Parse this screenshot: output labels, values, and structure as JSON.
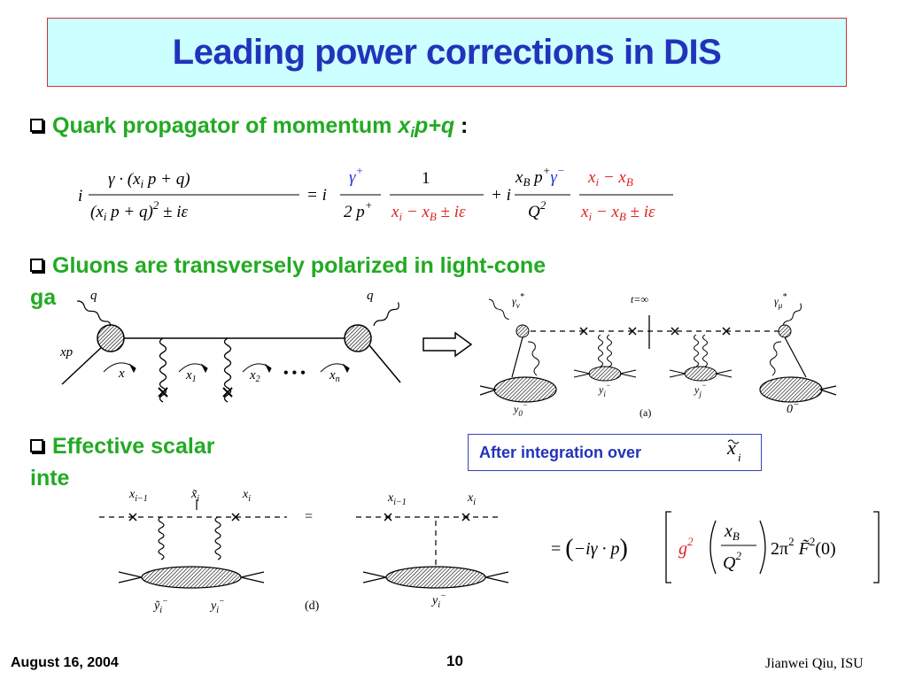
{
  "title": "Leading power corrections in DIS",
  "bullet1": {
    "text": "Quark propagator of momentum ",
    "var_x": "x",
    "var_i": "i",
    "var_rest": "p+q",
    "colon": " :"
  },
  "bullet2": {
    "line1": "Gluons are transversely polarized in light-cone",
    "line2": "ga"
  },
  "bullet3": {
    "line1": "Effective scalar",
    "line2": "inte"
  },
  "callout": {
    "text": "After integration over"
  },
  "footer": {
    "date": "August 16, 2004",
    "page": "10",
    "author": "Jianwei Qiu, ISU"
  },
  "colors": {
    "title": "#2233bb",
    "bullet": "#22aa22",
    "accent_red": "#dd2222",
    "accent_blue": "#2233dd",
    "title_bg": "#ccffff"
  },
  "icons": {
    "bullet": "checkbox-bullet-icon",
    "arrow": "right-arrow-icon"
  },
  "diagram_labels": {
    "q": "q",
    "xp": "xp",
    "x": "x",
    "x1": "x",
    "s1": "1",
    "x2": "x",
    "s2": "2",
    "xn": "x",
    "sn": "n",
    "dots": "• • •",
    "gamma_nu": "γ",
    "nu": "ν",
    "gamma_mu": "γ",
    "mu": "μ",
    "star": "*",
    "t_inf": "t=∞",
    "y0": "y",
    "s0": "0",
    "yi": "y",
    "si": "i",
    "yj": "y",
    "sj": "j",
    "zero_minus": "0",
    "minus": "−",
    "panel_a": "(a)",
    "panel_d": "(d)",
    "xim1": "x",
    "sim1": "i−1",
    "xti": "x̃",
    "xii": "x",
    "eq_sign": "=",
    "yti": "ỹ"
  }
}
